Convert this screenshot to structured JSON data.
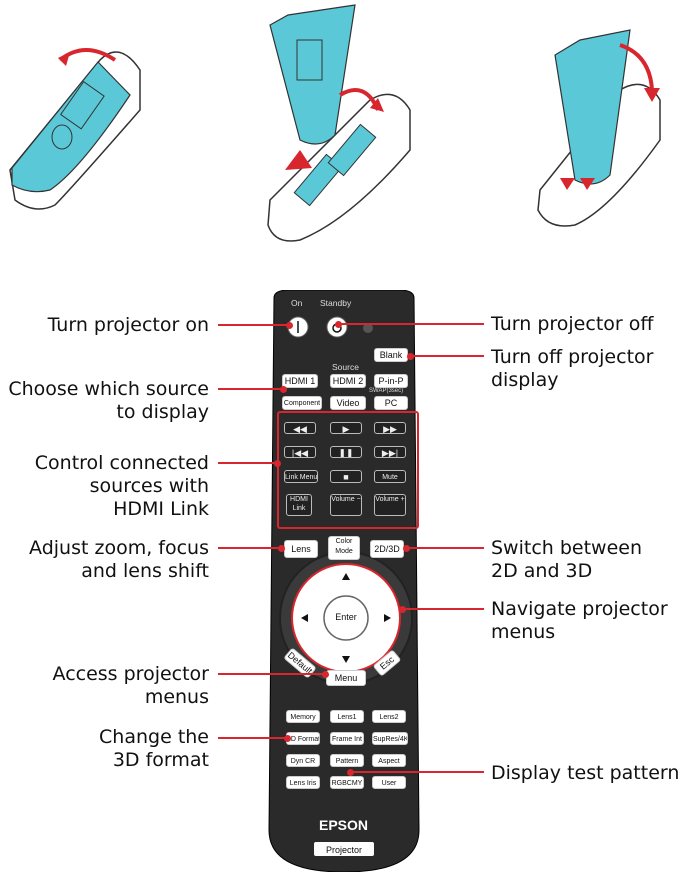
{
  "callouts_left": [
    {
      "id": "on",
      "lines": [
        "Turn projector on"
      ]
    },
    {
      "id": "source",
      "lines": [
        "Choose which source",
        "to display"
      ]
    },
    {
      "id": "hdmi",
      "lines": [
        "Control connected",
        "sources with",
        "HDMI Link"
      ]
    },
    {
      "id": "lens",
      "lines": [
        "Adjust zoom, focus",
        "and lens shift"
      ]
    },
    {
      "id": "menu",
      "lines": [
        "Access projector",
        "menus"
      ]
    },
    {
      "id": "3d",
      "lines": [
        "Change the",
        "3D format"
      ]
    }
  ],
  "callouts_right": [
    {
      "id": "off",
      "lines": [
        "Turn projector off"
      ]
    },
    {
      "id": "blank",
      "lines": [
        "Turn off projector",
        "display"
      ]
    },
    {
      "id": "2d3d",
      "lines": [
        "Switch between",
        "2D and 3D"
      ]
    },
    {
      "id": "nav",
      "lines": [
        "Navigate projector",
        "menus"
      ]
    },
    {
      "id": "pattern",
      "lines": [
        "Display test pattern"
      ]
    }
  ],
  "remote": {
    "label_on": "On",
    "label_standby": "Standby",
    "label_source": "Source",
    "label_swap": "SWAP(3sec)",
    "btn_blank": "Blank",
    "btn_hdmi1": "HDMI 1",
    "btn_hdmi2": "HDMI 2",
    "btn_pinp": "P-in-P",
    "btn_component": "Component",
    "btn_video": "Video",
    "btn_pc": "PC",
    "btn_linkmenu": "Link Menu",
    "btn_mute": "Mute",
    "btn_hdmilink": "HDMI Link",
    "btn_vol_minus": "Volume −",
    "btn_vol_plus": "Volume +",
    "btn_lens": "Lens",
    "btn_colormode": "Color Mode",
    "btn_2d3d": "2D/3D",
    "btn_enter": "Enter",
    "btn_default": "Default",
    "btn_menu": "Menu",
    "btn_esc": "Esc",
    "btn_memory": "Memory",
    "btn_lens1": "Lens1",
    "btn_lens2": "Lens2",
    "btn_3dformat": "3D Format",
    "btn_frameint": "Frame Int",
    "btn_supres": "SupRes/4K",
    "btn_dyncr": "Dyn CR",
    "btn_pattern": "Pattern",
    "btn_aspect": "Aspect",
    "btn_lensiris": "Lens Iris",
    "btn_rgbcmy": "RGBCMY",
    "btn_user": "User",
    "brand": "EPSON",
    "product": "Projector"
  },
  "colors": {
    "leader": "#d8262e",
    "cover": "#5bc8d8",
    "remote_body": "#2a2a2a"
  }
}
